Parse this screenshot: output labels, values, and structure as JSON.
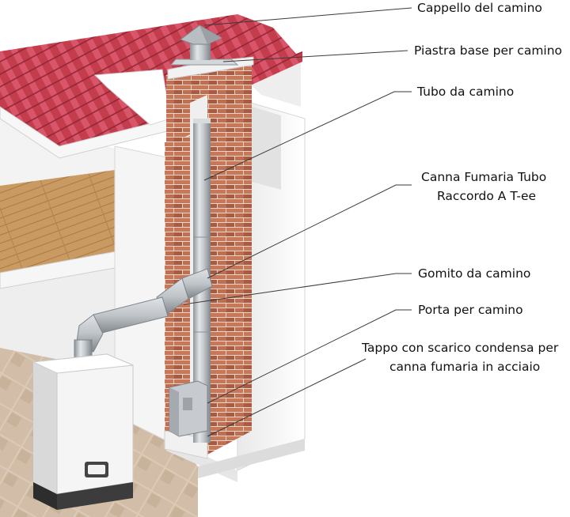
{
  "labels": {
    "cap": "Cappello del camino",
    "base_plate": "Piastra base per camino",
    "pipe": "Tubo da camino",
    "tee_line1": "Canna Fumaria Tubo",
    "tee_line2": "Raccordo A T-ee",
    "elbow": "Gomito da camino",
    "door": "Porta per camino",
    "drain_line1": "Tappo con scarico condensa per",
    "drain_line2": "canna fumaria in acciaio"
  },
  "colors": {
    "roof": "#c23a4a",
    "brick": "#b0624a",
    "wall": "#f4f4f4",
    "wood": "#c99a62",
    "steel": "#bfc4c8",
    "boiler": "#f2f2f2",
    "tile": "#d8c6b2"
  }
}
